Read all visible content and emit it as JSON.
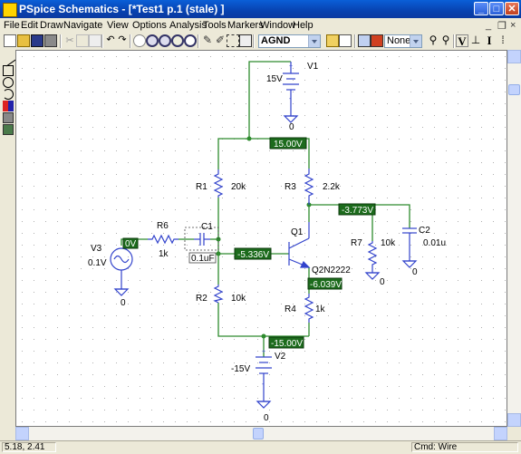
{
  "window": {
    "title": "PSpice Schematics - [*Test1  p.1 (stale)  ]",
    "min_label": "_",
    "max_label": "□",
    "close_label": "✕"
  },
  "menu": {
    "items": [
      "File",
      "Edit",
      "Draw",
      "Navigate",
      "View",
      "Options",
      "Analysis",
      "Tools",
      "Markers",
      "Window",
      "Help"
    ],
    "mdi_min": "_",
    "mdi_restore": "❐",
    "mdi_close": "×"
  },
  "toolbar": {
    "net_combo": "AGND",
    "none_combo": "None",
    "v_label": "V",
    "i_label": "I"
  },
  "schematic": {
    "components": {
      "V1": {
        "ref": "V1",
        "value": "15V"
      },
      "V2": {
        "ref": "V2",
        "value": "-15V"
      },
      "V3": {
        "ref": "V3",
        "value": "0.1V"
      },
      "R1": {
        "ref": "R1",
        "value": "20k"
      },
      "R2": {
        "ref": "R2",
        "value": "10k"
      },
      "R3": {
        "ref": "R3",
        "value": "2.2k"
      },
      "R4": {
        "ref": "R4",
        "value": "1k"
      },
      "R6": {
        "ref": "R6",
        "value": "1k"
      },
      "R7": {
        "ref": "R7",
        "value": "10k"
      },
      "C1": {
        "ref": "C1",
        "value": "0.1uF"
      },
      "C2": {
        "ref": "C2",
        "value": "0.01u"
      },
      "Q1": {
        "ref": "Q1",
        "value": "Q2N2222"
      }
    },
    "voltage_markers": {
      "vcc": "15.00V",
      "source": "0V",
      "collector": "-3.773V",
      "base": "-5.336V",
      "emitter": "-6.039V",
      "vee": "-15.00V"
    },
    "ground_label": "0",
    "plus_sign": "+",
    "minus_sign": "-"
  },
  "status": {
    "coords": "5.18,  2.41",
    "command": "Cmd: Wire"
  },
  "colors": {
    "wire": "#2e8b2e",
    "component": "#3344cc",
    "marker_bg": "#1c6b1c",
    "canvas_bg": "#ffffff"
  }
}
